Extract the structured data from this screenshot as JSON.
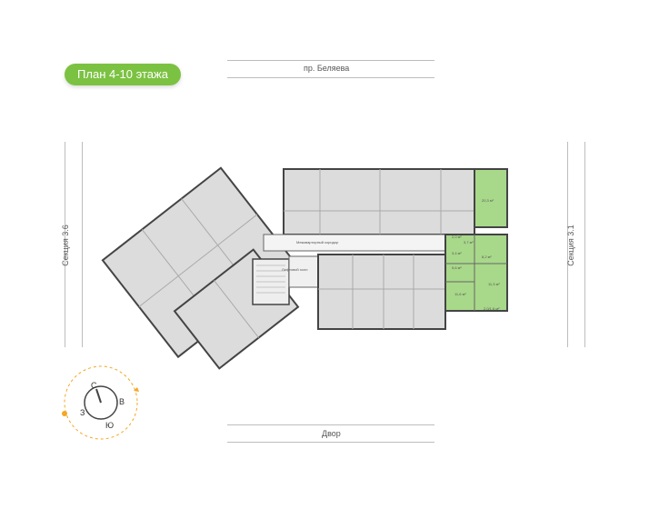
{
  "badge": {
    "label": "План 4-10 этажа"
  },
  "streets": {
    "top": "пр. Беляева",
    "bottom": "Двор",
    "left": "Секция 3.6",
    "right": "Секция 3.1"
  },
  "plan_labels": {
    "corridor": "Межквартирный коридор",
    "lift_hall": "Лифтовой холл"
  },
  "highlighted_apartment": {
    "color": "#a8d88a",
    "areas": [
      "20,3 м²",
      "3,7 м²",
      "2,0 м²",
      "3,4 м²",
      "8,2 м²",
      "5,6 м²",
      "11,3 м²",
      "11,6 м²",
      "2,0/1,6 м²"
    ]
  },
  "compass": {
    "north": "С",
    "south": "Ю",
    "east": "В",
    "west": "З",
    "accent": "#f5a623"
  }
}
